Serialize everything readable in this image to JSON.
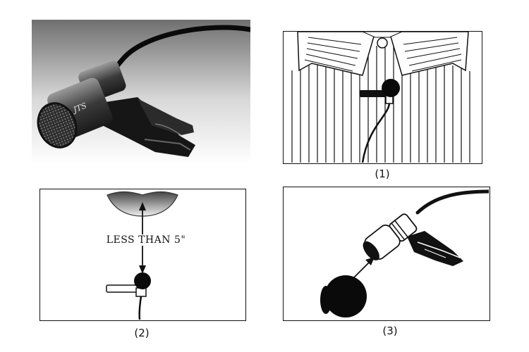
{
  "captions": {
    "step1": "(1)",
    "step2": "(2)",
    "step3": "(3)"
  },
  "annotations": {
    "distance_label": "LESS THAN 5\""
  },
  "logo": {
    "brand": "JTS"
  },
  "colors": {
    "ink": "#111111",
    "frame_border": "#111111",
    "photo_bg_top": "#6f6f6f",
    "photo_bg_bottom": "#ffffff"
  }
}
